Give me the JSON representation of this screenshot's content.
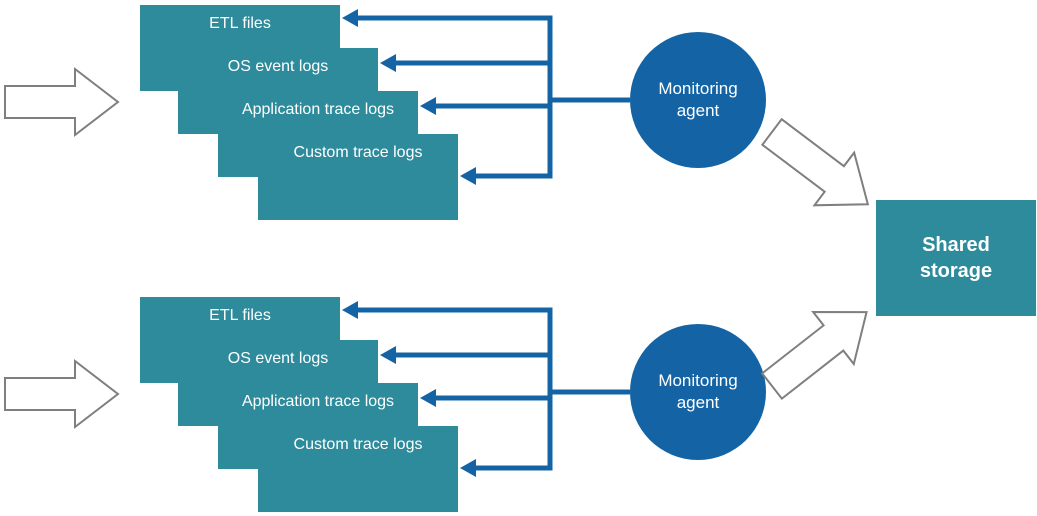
{
  "diagram": {
    "groups": [
      {
        "boxes": [
          {
            "label": "ETL files"
          },
          {
            "label": "OS event logs"
          },
          {
            "label": "Application trace logs"
          },
          {
            "label": "Custom trace logs"
          }
        ],
        "agent_label": "Monitoring agent"
      },
      {
        "boxes": [
          {
            "label": "ETL files"
          },
          {
            "label": "OS event logs"
          },
          {
            "label": "Application trace logs"
          },
          {
            "label": "Custom trace logs"
          }
        ],
        "agent_label": "Monitoring agent"
      }
    ],
    "shared_storage_label": "Shared storage"
  },
  "colors": {
    "box_teal": "#2E8B9B",
    "agent_blue": "#1464A5",
    "arrow_blue": "#1464A5",
    "outline_gray": "#7F7F7F"
  }
}
